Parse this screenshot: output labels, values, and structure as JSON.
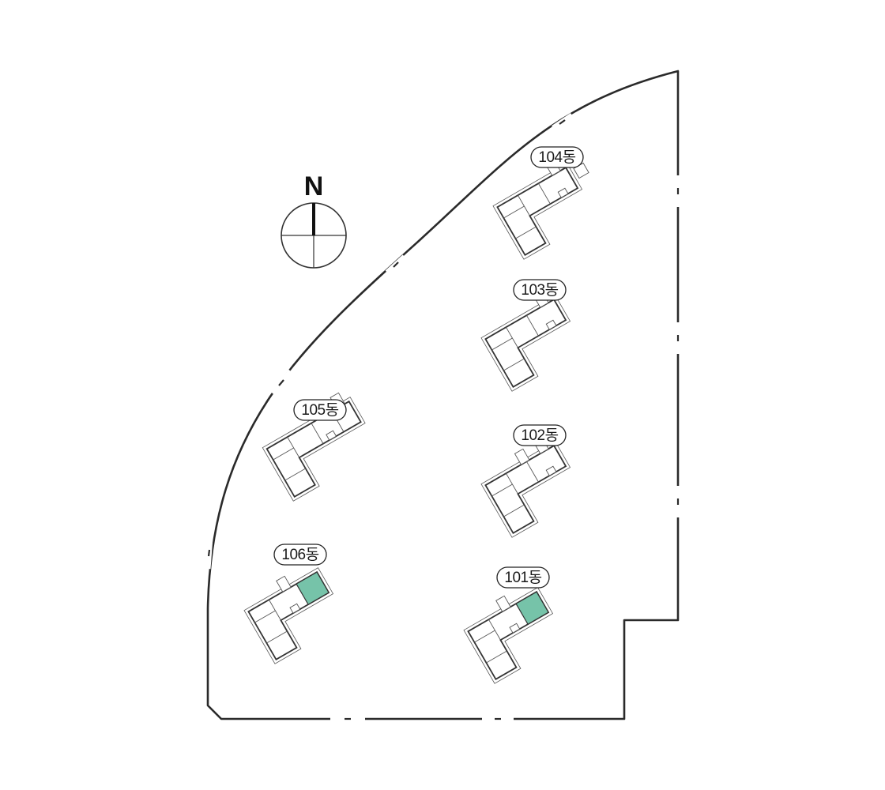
{
  "map": {
    "compass": {
      "letter": "N"
    },
    "buildings": [
      {
        "id": "101",
        "label": "101동",
        "highlighted": true
      },
      {
        "id": "102",
        "label": "102동",
        "highlighted": false
      },
      {
        "id": "103",
        "label": "103동",
        "highlighted": false
      },
      {
        "id": "104",
        "label": "104동",
        "highlighted": false
      },
      {
        "id": "105",
        "label": "105동",
        "highlighted": false
      },
      {
        "id": "106",
        "label": "106동",
        "highlighted": true
      }
    ],
    "colors": {
      "highlight": "#76c3a9",
      "line": "#2a2a2a",
      "background": "#ffffff"
    }
  }
}
